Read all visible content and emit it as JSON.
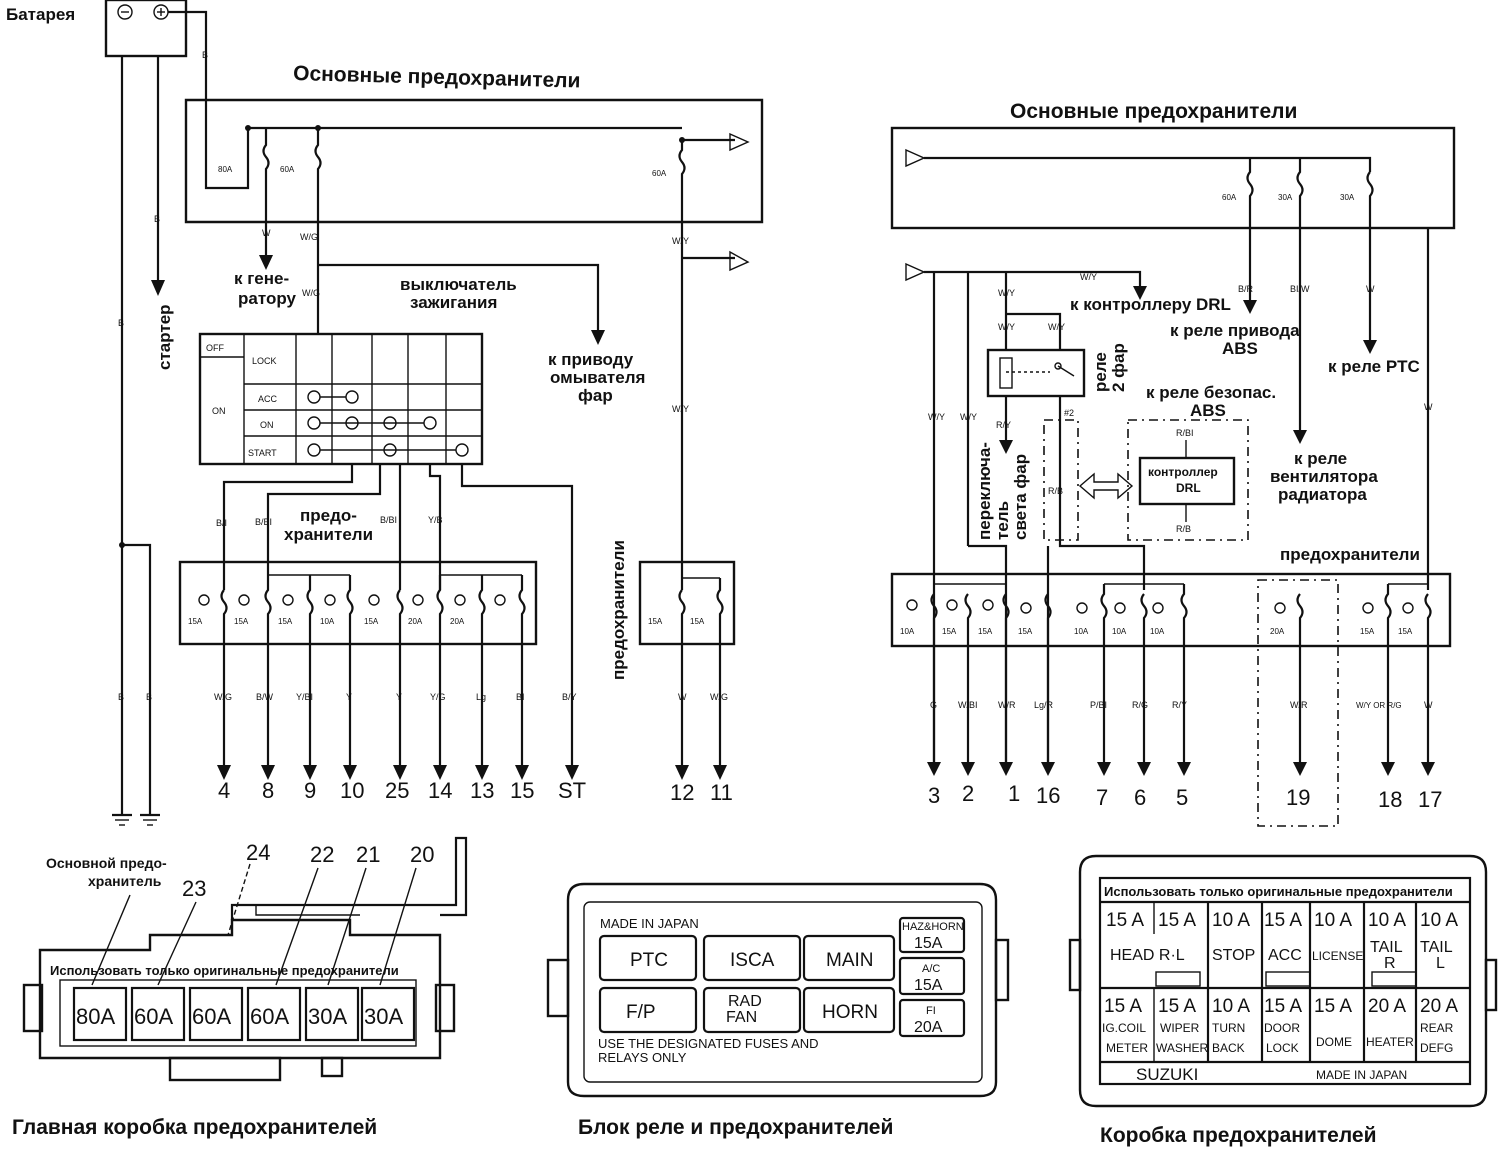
{
  "battery_label": "Батарея",
  "main_fuses_title": "Основные предохранители",
  "right_main_fuses_title": "Основные предохранители",
  "left": {
    "main_fuse_tags": [
      "80A",
      "60A",
      "60A"
    ],
    "wire_b": "B",
    "wire_w": "W",
    "wire_wg": "W/G",
    "wire_wy": "W/Y",
    "starter": "стартер",
    "to_generator": "к гене-\nратору",
    "ignition_switch": "выключатель\nзажигания",
    "washer": "к приводу\nомывателя\nфар",
    "ign_rows": [
      "OFF",
      "LOCK",
      "ACC",
      "ON",
      "START"
    ],
    "ign_on_label": "ON",
    "fuses_label": "предо-\nхранители",
    "fuse_tags": [
      "15A",
      "15A",
      "15A",
      "10A",
      "15A",
      "20A",
      "20A"
    ],
    "upper_wires": [
      "B/I",
      "B/BI",
      "B/BI",
      "Y/B"
    ],
    "bottom_wires": [
      "W/G",
      "B/W",
      "Y/BI",
      "Y",
      "Y",
      "Y/G",
      "Lg",
      "BI",
      "B/Y"
    ],
    "outputs": [
      "4",
      "8",
      "9",
      "10",
      "25",
      "14",
      "13",
      "15",
      "ST"
    ],
    "side_fuses_label": "предохранители",
    "side_fuse_tags": [
      "15A",
      "15A"
    ],
    "side_wires": [
      "W",
      "W/G"
    ],
    "side_outputs": [
      "12",
      "11"
    ]
  },
  "right": {
    "main_fuse_tags": [
      "60A",
      "30A",
      "30A"
    ],
    "to_drl": "к контроллеру DRL",
    "to_abs_drive": "к реле привода\nABS",
    "to_ptc": "к реле PTC",
    "relay_2head": "реле\n2 фар",
    "to_abs_safety": "к реле безопас.\nABS",
    "to_fan": "к реле\nвентилятора\nрадиатора",
    "switch": "переключа-\nтель\nсвета фар",
    "drl_controller": "контроллер\nDRL",
    "fuses_label": "предохранители",
    "upper_wires": [
      "W/Y",
      "B/R",
      "BI/W",
      "W",
      "W/Y",
      "W/Y",
      "R/Y",
      "R/B",
      "R/BI",
      "R/B"
    ],
    "fuse_tags": [
      "10A",
      "15A",
      "15A",
      "15A",
      "10A",
      "10A",
      "10A",
      "20A",
      "15A",
      "15A"
    ],
    "bottom_wires": [
      "G",
      "W/BI",
      "W/R",
      "Lg/R",
      "P/BI",
      "R/G",
      "R/Y",
      "W/R",
      "W/Y OR R/G",
      "W"
    ],
    "outputs": [
      "3",
      "2",
      "1",
      "16",
      "7",
      "6",
      "5",
      "19",
      "18",
      "17"
    ]
  },
  "main_box": {
    "caption": "Главная коробка предохранителей",
    "main_fuse_label": "Основной предо-\nхранитель",
    "callouts": [
      "23",
      "24",
      "22",
      "21",
      "20"
    ],
    "note": "Использовать только оригинальные предохранители",
    "fuses": [
      "80A",
      "60A",
      "60A",
      "60A",
      "30A",
      "30A"
    ]
  },
  "relay_block": {
    "caption": "Блок реле и предохранителей",
    "made": "MADE IN JAPAN",
    "relays": [
      "PTC",
      "ISCA",
      "MAIN",
      "F/P",
      "RAD\nFAN",
      "HORN"
    ],
    "side_fuses": [
      {
        "name": "HAZ&HORN",
        "rating": "15A"
      },
      {
        "name": "A/C",
        "rating": "15A"
      },
      {
        "name": "FI",
        "rating": "20A"
      }
    ],
    "note": "USE THE DESIGNATED FUSES AND\nRELAYS ONLY"
  },
  "fuse_box": {
    "caption": "Коробка предохранителей",
    "note": "Использовать только оригинальные предохранители",
    "top_ratings": [
      "15 A",
      "15 A",
      "10 A",
      "15 A",
      "10 A",
      "10 A",
      "10 A"
    ],
    "top_names": [
      "HEAD R·L",
      "STOP",
      "ACC",
      "LICENSE",
      "TAIL\nR",
      "TAIL\nL"
    ],
    "bottom_ratings": [
      "15 A",
      "15 A",
      "10 A",
      "15 A",
      "15 A",
      "20 A",
      "20 A"
    ],
    "bottom_names": [
      "IG.COIL\nMETER",
      "WIPER\nWASHER",
      "TURN\nBACK",
      "DOOR\nLOCK",
      "DOME",
      "HEATER",
      "REAR\nDEFG"
    ],
    "brand": "SUZUKI",
    "made": "MADE IN JAPAN"
  }
}
